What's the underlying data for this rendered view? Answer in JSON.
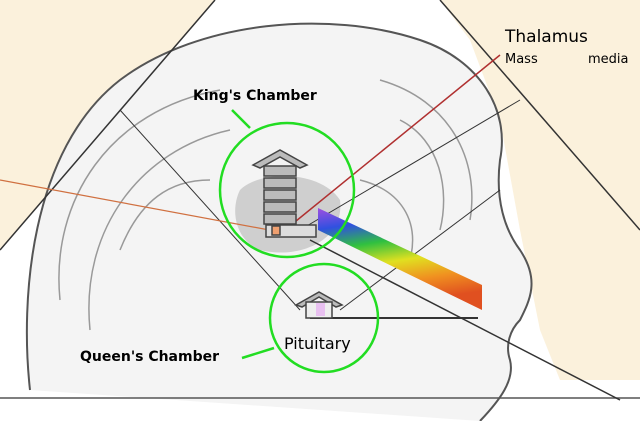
{
  "labels": {
    "thalamus": "Thalamus",
    "mass": "Mass",
    "media": "media",
    "kings_chamber": "King's Chamber",
    "queens_chamber": "Queen's Chamber",
    "pituitary": "Pituitary"
  },
  "colors": {
    "pyramid_fill": "#fbf1dc",
    "circle": "#22dd22",
    "red_line": "#b03030",
    "orange_line": "#d07040"
  }
}
